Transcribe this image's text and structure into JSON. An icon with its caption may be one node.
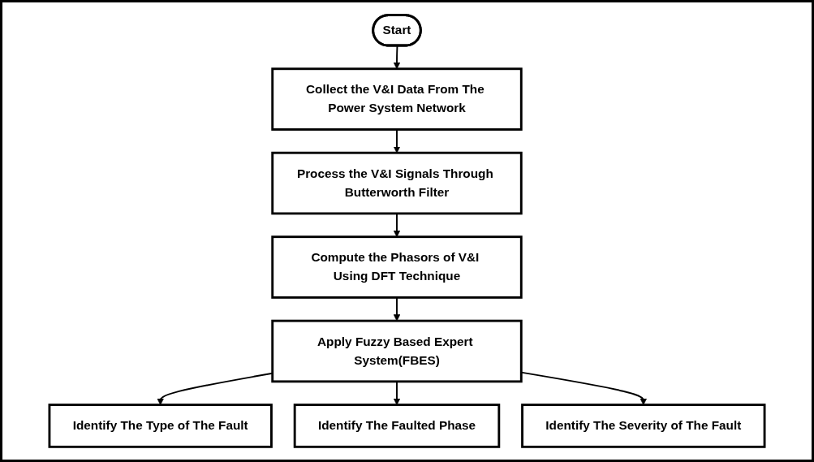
{
  "diagram": {
    "nodes": [
      {
        "text": [
          "Start"
        ]
      },
      {
        "text": [
          "Collect the V&I Data From The Power System Network"
        ]
      },
      {
        "text": [
          "Process the V&I Signals Through Butterworth Filter"
        ]
      },
      {
        "text": [
          "Compute the Phasors of V&I Using DFT Technique"
        ]
      },
      {
        "text": [
          "Apply Fuzzy Based Expert System(FBES)"
        ]
      },
      {
        "text": [
          "Identify The Type of The Fault"
        ]
      },
      {
        "text": [
          "Identify The Faulted Phase"
        ]
      },
      {
        "text": [
          "Identify The Severity of The Fault"
        ]
      }
    ],
    "edges": [
      {
        "from": 0,
        "to": 1,
        "arrow": "to"
      },
      {
        "from": 1,
        "to": 2,
        "arrow": "to"
      },
      {
        "from": 2,
        "to": 3,
        "arrow": "to"
      },
      {
        "from": 3,
        "to": 4,
        "arrow": "to"
      },
      {
        "from": 4,
        "to": 5,
        "arrow": "to"
      },
      {
        "from": 4,
        "to": 6,
        "arrow": "to"
      },
      {
        "from": 4,
        "to": 7,
        "arrow": "to"
      }
    ]
  }
}
